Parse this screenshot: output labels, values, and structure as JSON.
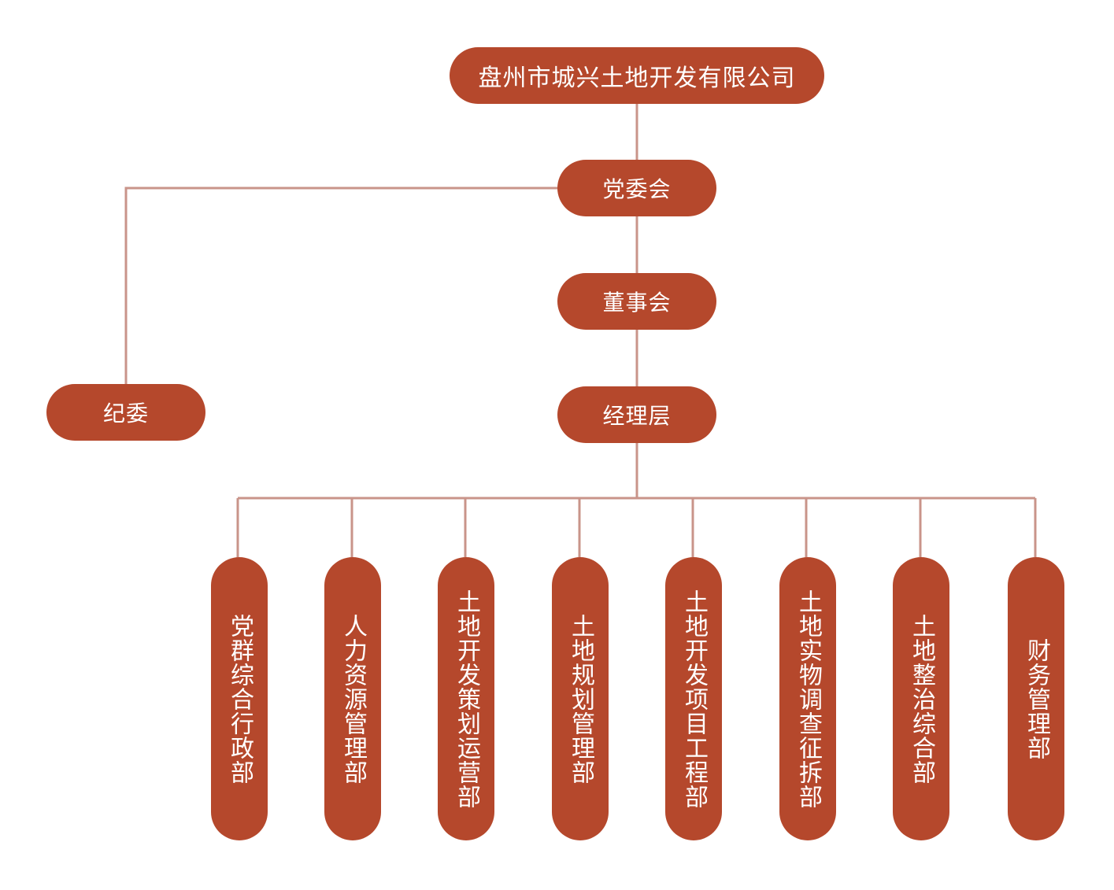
{
  "org": {
    "company": "盘州市城兴土地开发有限公司",
    "party_committee": "党委会",
    "board": "董事会",
    "discipline": "纪委",
    "management": "经理层",
    "departments": [
      "党群综合行政部",
      "人力资源管理部",
      "土地开发策划运营部",
      "土地规划管理部",
      "土地开发项目工程部",
      "土地实物调查征拆部",
      "土地整治综合部",
      "财务管理部"
    ]
  },
  "colors": {
    "node_fill": "#b5482c",
    "node_text": "#ffffff",
    "connector": "#c9948a"
  }
}
